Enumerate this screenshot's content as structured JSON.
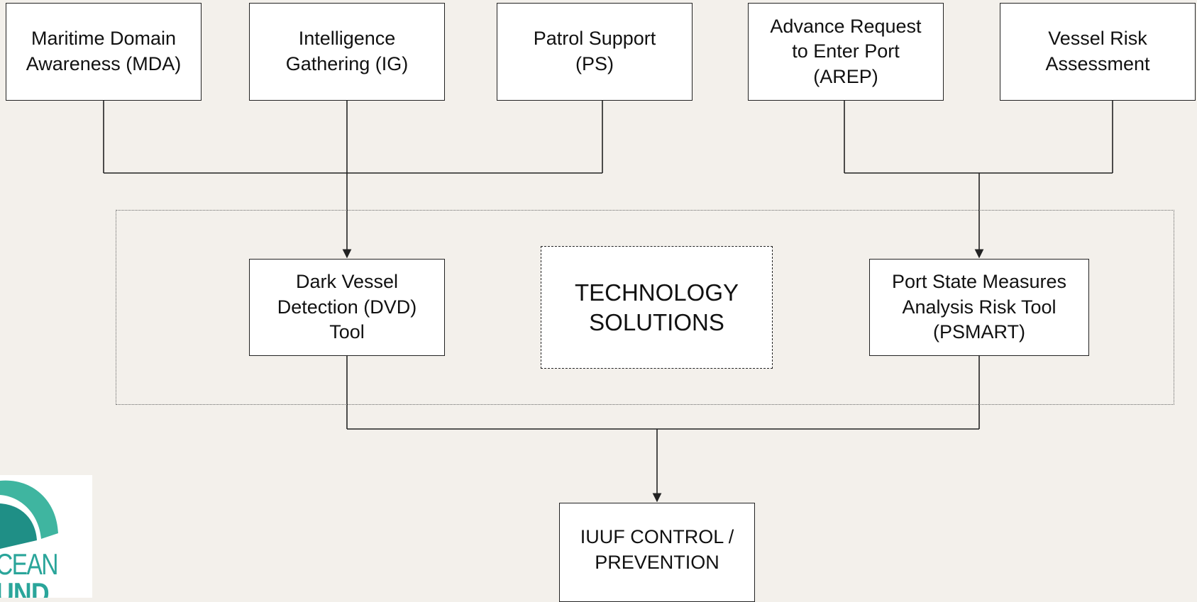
{
  "top_row": [
    {
      "id": "mda",
      "label": "Maritime Domain\nAwareness (MDA)"
    },
    {
      "id": "ig",
      "label": "Intelligence\nGathering (IG)"
    },
    {
      "id": "ps",
      "label": "Patrol Support\n(PS)"
    },
    {
      "id": "arep",
      "label": "Advance Request\nto Enter Port\n(AREP)"
    },
    {
      "id": "vra",
      "label": "Vessel Risk\nAssessment"
    }
  ],
  "tools": {
    "dvd": "Dark Vessel\nDetection (DVD)\nTool",
    "psmart": "Port State Measures\nAnalysis Risk Tool\n(PSMART)"
  },
  "group_label": "TECHNOLOGY\nSOLUTIONS",
  "outcome": "IUUF CONTROL /\nPREVENTION",
  "logo": {
    "text_line1": "CEAN",
    "text_line2": "UND"
  },
  "colors": {
    "background": "#f3f0eb",
    "logo_teal": "#3fb5a0"
  }
}
